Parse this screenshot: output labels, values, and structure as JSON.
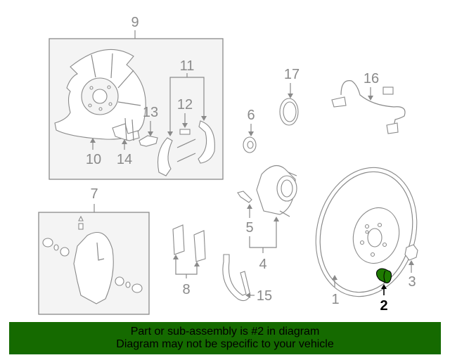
{
  "diagram": {
    "callouts": {
      "c1": "1",
      "c2": "2",
      "c3": "3",
      "c4": "4",
      "c5": "5",
      "c6": "6",
      "c7": "7",
      "c8": "8",
      "c9": "9",
      "c10": "10",
      "c11": "11",
      "c12": "12",
      "c13": "13",
      "c14": "14",
      "c15": "15",
      "c16": "16",
      "c17": "17"
    },
    "highlighted_part": "2",
    "colors": {
      "line": "#8a8a8a",
      "highlight_part": "#1e7a00",
      "banner": "#156a00",
      "box_fill": "#f4f4f4"
    }
  },
  "banner": {
    "line1": "Part or sub-assembly is #2 in diagram",
    "line2": "Diagram may not be specific to your vehicle"
  }
}
